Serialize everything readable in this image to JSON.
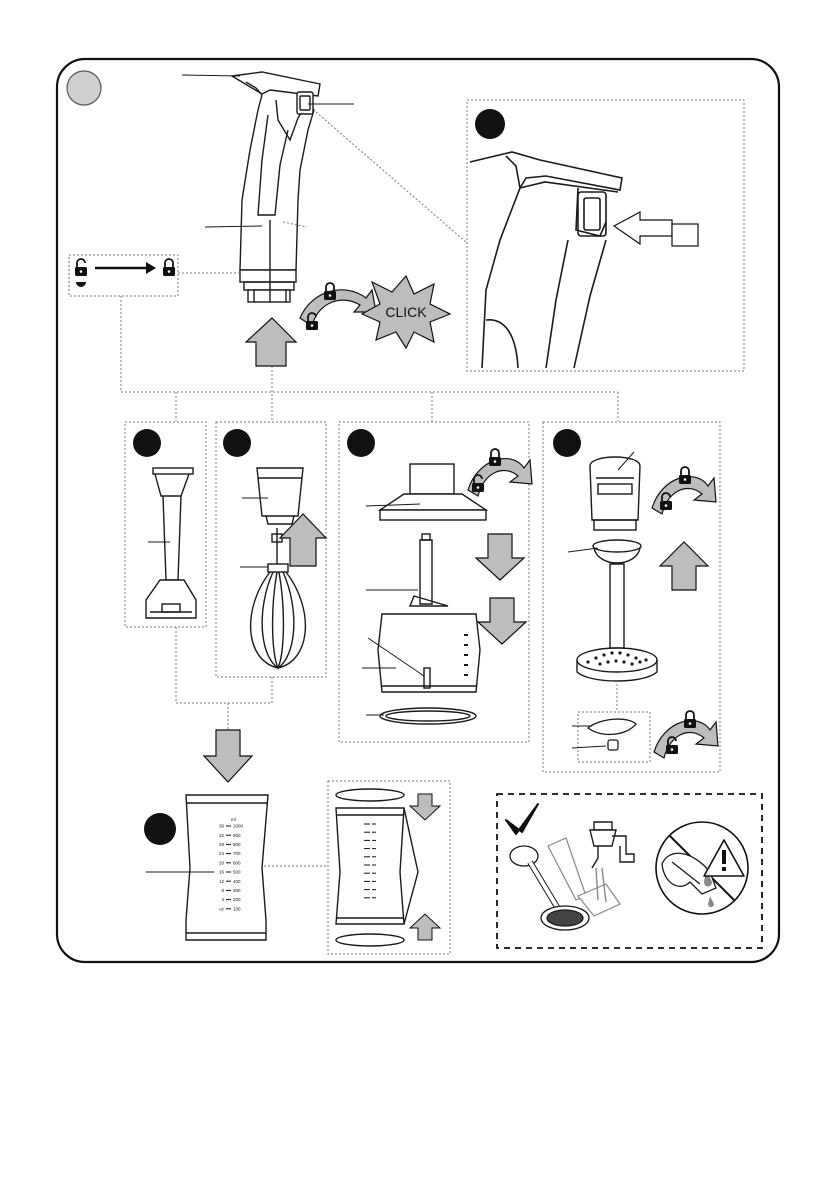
{
  "diagram": {
    "click_label": "CLICK",
    "jug_scale_ml": [
      "1000",
      "900",
      "800",
      "700",
      "600",
      "500",
      "400",
      "300",
      "200",
      "100"
    ],
    "jug_scale_oz": [
      "36",
      "32",
      "28",
      "24",
      "20",
      "16",
      "12",
      "8",
      "4",
      "oz"
    ],
    "jug_scale_unit_ml": "ml"
  },
  "colors": {
    "line": "#1a1a1a",
    "arrow_fill": "#bdbdbd",
    "badge_fill": "#111111",
    "badge_grey": "#cfcfcf",
    "dotted": "#777777"
  }
}
